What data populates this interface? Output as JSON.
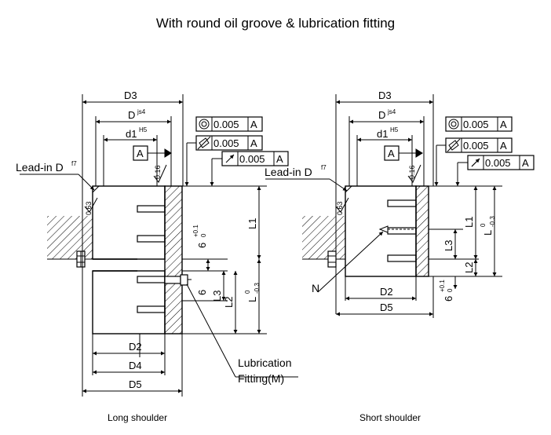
{
  "title": "With round oil groove & lubrication fitting",
  "captions": {
    "long": "Long shoulder",
    "short": "Short shoulder"
  },
  "labels": {
    "D3": "D3",
    "D": "D",
    "D_sup": "js4",
    "d1": "d1",
    "d1_sup": "H5",
    "D2": "D2",
    "D4": "D4",
    "D5": "D5",
    "L1": "L1",
    "L2": "L2",
    "L3": "L3",
    "L": "L",
    "L_sup": "0",
    "L_sub": "-0.3",
    "six": "6",
    "six_sup": "+0.1",
    "six_sub": "0",
    "datum": "A",
    "tol": "0.005",
    "lead_in": "Lead-in D",
    "lead_in_sup": "f7",
    "N": "N",
    "rough1": "0.16",
    "rough2": "0.63",
    "lubrication": "Lubrication",
    "fitting": "Fitting(M)"
  }
}
